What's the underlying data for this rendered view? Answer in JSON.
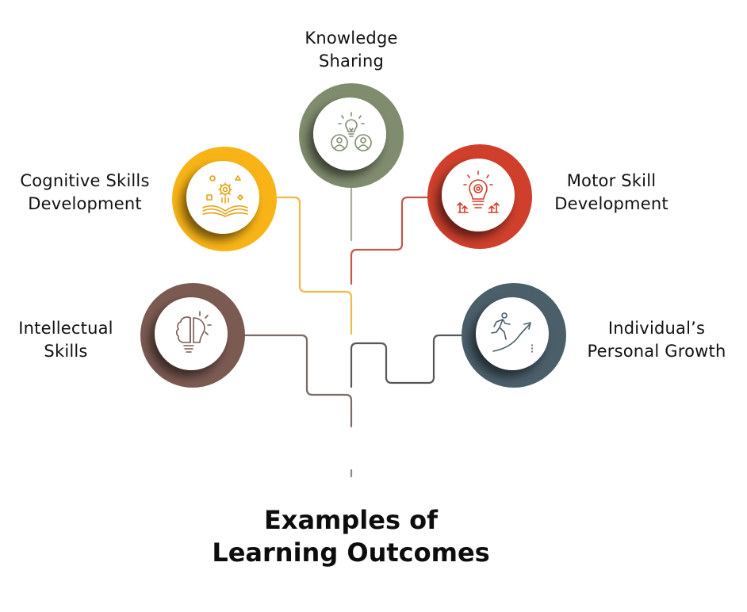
{
  "title": {
    "line1": "Examples of",
    "line2": "Learning Outcomes"
  },
  "colors": {
    "knowledge_sharing": "#7f8c6e",
    "cognitive_skills": "#f8b416",
    "motor_skill": "#cf3f2c",
    "intellectual_skills": "#7b5a52",
    "personal_growth": "#4b5f6b",
    "connector_gray": "#a9ab9f",
    "background": "#ffffff"
  },
  "nodes": [
    {
      "id": "knowledge_sharing",
      "line1": "Knowledge",
      "line2": "Sharing",
      "icon": "lightbulb-people-icon"
    },
    {
      "id": "cognitive_skills",
      "line1": "Cognitive Skills",
      "line2": "Development",
      "icon": "open-book-gear-shapes-icon"
    },
    {
      "id": "motor_skill",
      "line1": "Motor Skill",
      "line2": "Development",
      "icon": "lightbulb-gear-arrows-icon"
    },
    {
      "id": "intellectual_skills",
      "line1": "Intellectual",
      "line2": "Skills",
      "icon": "brain-lightbulb-icon"
    },
    {
      "id": "personal_growth",
      "line1": "Individual’s",
      "line2": "Personal Growth",
      "icon": "running-person-arrow-icon"
    }
  ]
}
